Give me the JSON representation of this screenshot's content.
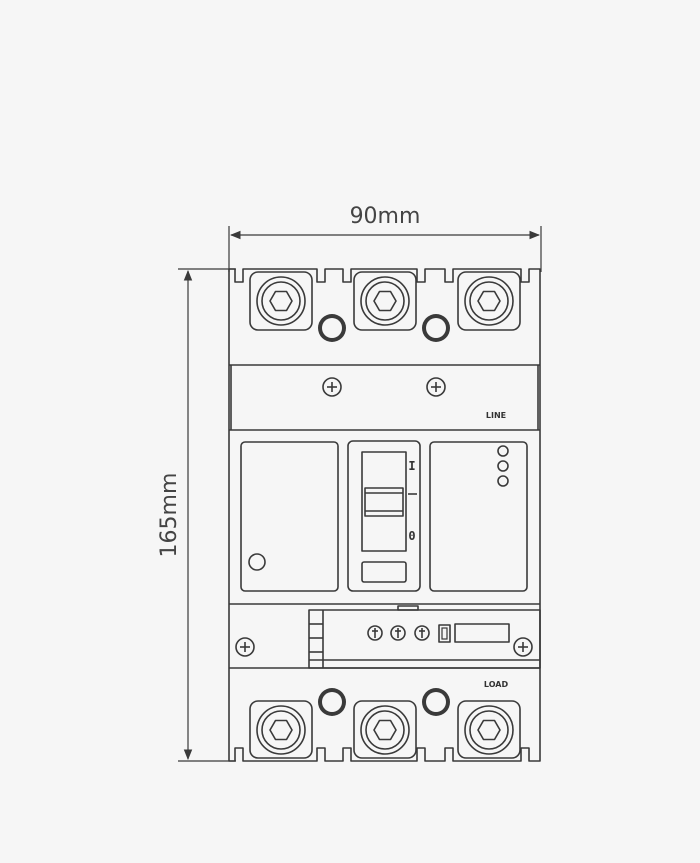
{
  "dimensions": {
    "width_label": "90mm",
    "height_label": "165mm"
  },
  "labels": {
    "line": "LINE",
    "load": "LOAD"
  },
  "switch_positions": {
    "on": "I",
    "off": "0"
  }
}
